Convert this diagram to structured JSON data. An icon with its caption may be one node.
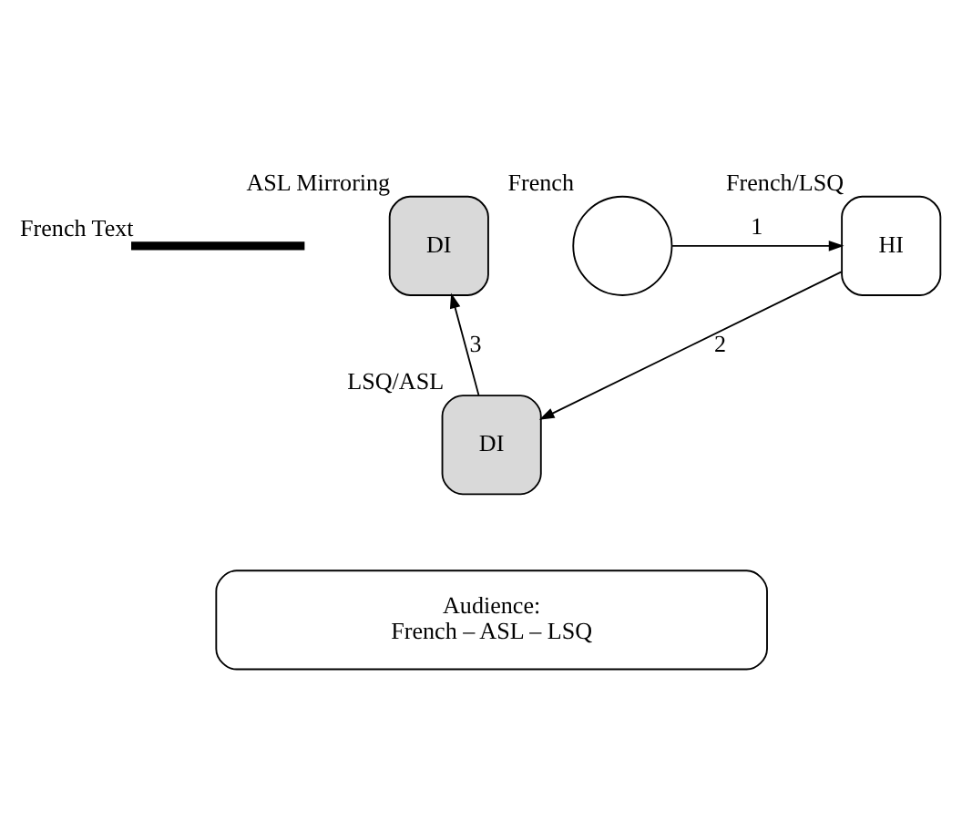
{
  "diagram": {
    "nodes": [
      {
        "text": [],
        "shape": "bar",
        "beside": [
          "French Text"
        ]
      },
      {
        "text": [
          "HI"
        ],
        "beside": [
          "French/LSQ"
        ]
      },
      {
        "text": [],
        "shape": "circle",
        "beside": [
          "French"
        ]
      },
      {
        "text": [
          "DI"
        ],
        "beside": [
          "ASL Mirroring"
        ]
      },
      {
        "text": [
          "DI"
        ],
        "beside": [
          "LSQ/ASL"
        ]
      },
      {
        "text": [
          "Audience:",
          "French – ASL – LSQ"
        ]
      }
    ],
    "edges": [
      {
        "from": 2,
        "to": 1,
        "arrow": "to",
        "label": "1"
      },
      {
        "from": 1,
        "to": 4,
        "arrow": "to",
        "label": "2"
      },
      {
        "from": 4,
        "to": 3,
        "arrow": "to",
        "label": "3"
      }
    ]
  }
}
